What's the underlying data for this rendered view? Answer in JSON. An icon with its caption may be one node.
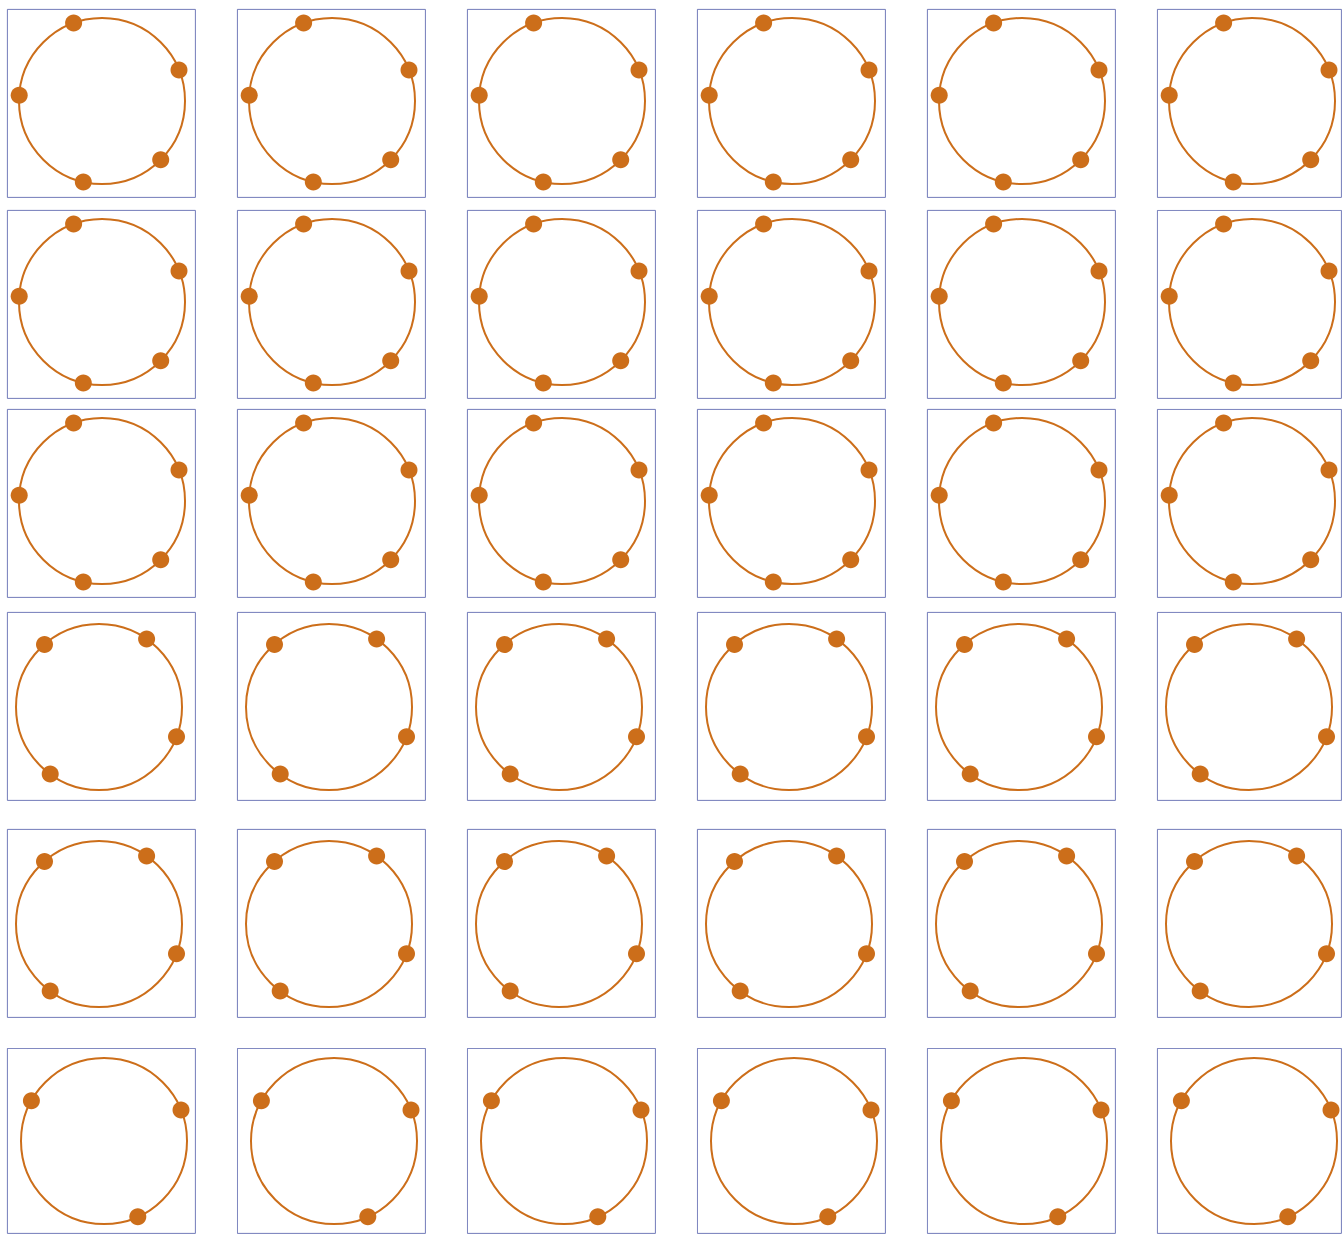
{
  "diagram": {
    "nodes": [
      {
        "text": [],
        "shape": "box"
      },
      {
        "text": [],
        "shape": "circle",
        "in": 0
      },
      {
        "text": [],
        "shape": "box"
      },
      {
        "text": [],
        "shape": "circle",
        "in": 2
      },
      {
        "text": [],
        "shape": "box"
      },
      {
        "text": [],
        "shape": "circle",
        "in": 4
      },
      {
        "text": [],
        "shape": "box"
      },
      {
        "text": [],
        "shape": "circle",
        "in": 6
      },
      {
        "text": [],
        "shape": "box"
      },
      {
        "text": [],
        "shape": "circle",
        "in": 8
      },
      {
        "text": [],
        "shape": "box"
      },
      {
        "text": [],
        "shape": "circle",
        "in": 10
      },
      {
        "text": [],
        "shape": "box"
      },
      {
        "text": [],
        "shape": "circle",
        "in": 12
      },
      {
        "text": [],
        "shape": "box"
      },
      {
        "text": [],
        "shape": "circle",
        "in": 14
      },
      {
        "text": [],
        "shape": "box"
      },
      {
        "text": [],
        "shape": "circle",
        "in": 16
      },
      {
        "text": [],
        "shape": "box"
      },
      {
        "text": [],
        "shape": "circle",
        "in": 18
      },
      {
        "text": [],
        "shape": "box"
      },
      {
        "text": [],
        "shape": "circle",
        "in": 20
      },
      {
        "text": [],
        "shape": "box"
      },
      {
        "text": [],
        "shape": "circle",
        "in": 22
      },
      {
        "text": [],
        "shape": "box"
      },
      {
        "text": [],
        "shape": "circle",
        "in": 24
      },
      {
        "text": [],
        "shape": "box"
      },
      {
        "text": [],
        "shape": "circle",
        "in": 26
      },
      {
        "text": [],
        "shape": "box"
      },
      {
        "text": [],
        "shape": "circle",
        "in": 28
      },
      {
        "text": [],
        "shape": "box"
      },
      {
        "text": [],
        "shape": "circle",
        "in": 30
      },
      {
        "text": [],
        "shape": "box"
      },
      {
        "text": [],
        "shape": "circle",
        "in": 32
      },
      {
        "text": [],
        "shape": "box"
      },
      {
        "text": [],
        "shape": "circle",
        "in": 34
      },
      {
        "text": [],
        "shape": "box"
      },
      {
        "text": [],
        "shape": "circle",
        "in": 36
      },
      {
        "text": [],
        "shape": "box"
      },
      {
        "text": [],
        "shape": "circle",
        "in": 38
      },
      {
        "text": [],
        "shape": "box"
      },
      {
        "text": [],
        "shape": "circle",
        "in": 40
      },
      {
        "text": [],
        "shape": "box"
      },
      {
        "text": [],
        "shape": "circle",
        "in": 42
      },
      {
        "text": [],
        "shape": "box"
      },
      {
        "text": [],
        "shape": "circle",
        "in": 44
      },
      {
        "text": [],
        "shape": "box"
      },
      {
        "text": [],
        "shape": "circle",
        "in": 46
      },
      {
        "text": [],
        "shape": "box"
      },
      {
        "text": [],
        "shape": "circle",
        "in": 48
      },
      {
        "text": [],
        "shape": "box"
      },
      {
        "text": [],
        "shape": "circle",
        "in": 50
      },
      {
        "text": [],
        "shape": "box"
      },
      {
        "text": [],
        "shape": "circle",
        "in": 52
      },
      {
        "text": [],
        "shape": "box"
      },
      {
        "text": [],
        "shape": "circle",
        "in": 54
      },
      {
        "text": [],
        "shape": "box"
      },
      {
        "text": [],
        "shape": "circle",
        "in": 56
      },
      {
        "text": [],
        "shape": "box"
      },
      {
        "text": [],
        "shape": "circle",
        "in": 58
      },
      {
        "text": [],
        "shape": "box"
      },
      {
        "text": [],
        "shape": "circle",
        "in": 60
      },
      {
        "text": [],
        "shape": "box"
      },
      {
        "text": [],
        "shape": "circle",
        "in": 62
      },
      {
        "text": [],
        "shape": "box"
      },
      {
        "text": [],
        "shape": "circle",
        "in": 64
      },
      {
        "text": [],
        "shape": "box"
      },
      {
        "text": [],
        "shape": "circle",
        "in": 66
      },
      {
        "text": [],
        "shape": "box"
      },
      {
        "text": [],
        "shape": "circle",
        "in": 68
      },
      {
        "text": [],
        "shape": "box"
      },
      {
        "text": [],
        "shape": "circle",
        "in": 70
      }
    ]
  }
}
